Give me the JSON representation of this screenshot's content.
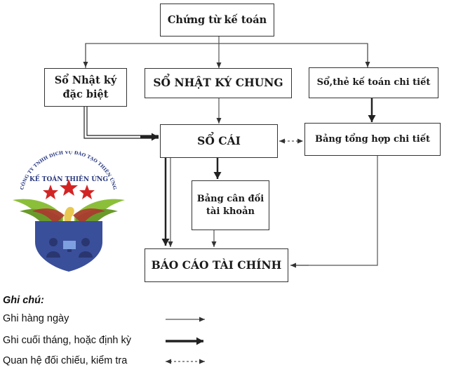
{
  "nodes": {
    "chung_tu": "Chứng từ kế toán",
    "nhat_ky_dac_biet": [
      "Sổ Nhật ký",
      "đặc biệt"
    ],
    "nhat_ky_chung": "SỔ NHẬT KÝ CHUNG",
    "so_the_chi_tiet": "Sổ,thẻ kế toán chi tiết",
    "so_cai": "SỔ CÁI",
    "tong_hop_chi_tiet": "Bảng tổng hợp chi tiết",
    "can_doi": [
      "Bảng cân đối",
      "tài khoản"
    ],
    "bao_cao": "BÁO CÁO TÀI CHÍNH"
  },
  "legend": {
    "title": "Ghi chú:",
    "items": [
      {
        "label": "Ghi hàng ngày",
        "style": "thin-arrow"
      },
      {
        "label": "Ghi cuối tháng, hoặc định kỳ",
        "style": "double-arrow"
      },
      {
        "label": "Quan hệ đối chiếu, kiểm tra",
        "style": "dashed-two-way-arrow"
      }
    ]
  },
  "logo": {
    "arc_text": "CÔNG TY TNHH DỊCH VỤ ĐÀO TẠO THIÊN ỨNG",
    "name": "KẾ TOÁN THIÊN ỨNG",
    "colors": {
      "shield": "#3a4f9a",
      "star": "#d32424",
      "wing": "#8bbf3a"
    }
  }
}
